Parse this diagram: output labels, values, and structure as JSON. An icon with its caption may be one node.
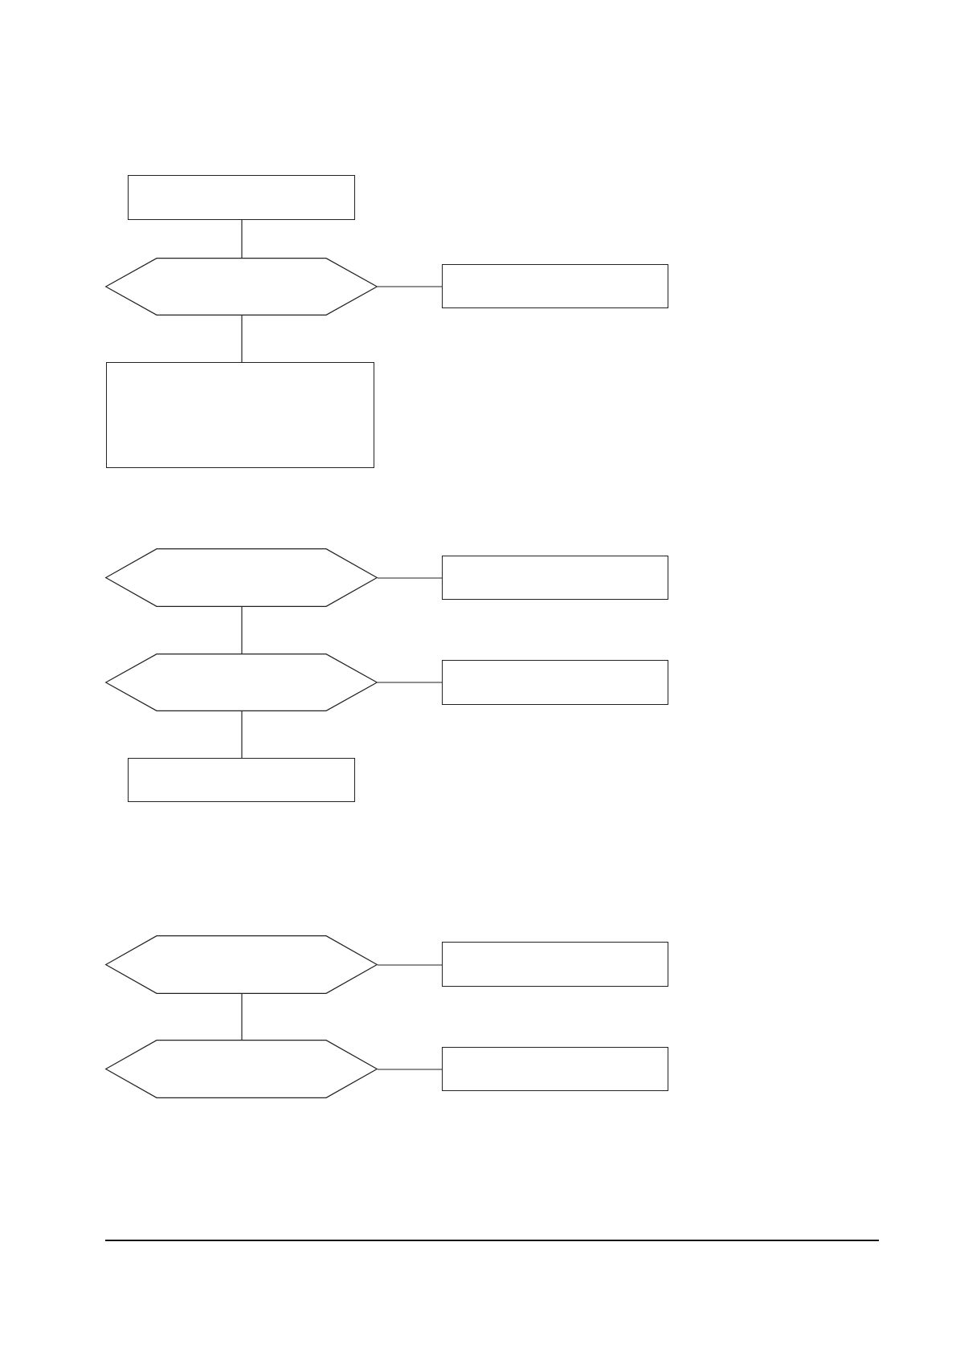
{
  "diagram": {
    "nodes": [
      {
        "text": [],
        "shape": "box"
      },
      {
        "text": [],
        "shape": "hexagon"
      },
      {
        "text": [],
        "shape": "box"
      },
      {
        "text": [],
        "shape": "box"
      },
      {
        "text": [],
        "shape": "hexagon"
      },
      {
        "text": [],
        "shape": "box"
      },
      {
        "text": [],
        "shape": "hexagon"
      },
      {
        "text": [],
        "shape": "box"
      },
      {
        "text": [],
        "shape": "box"
      },
      {
        "text": [],
        "shape": "hexagon"
      },
      {
        "text": [],
        "shape": "box"
      },
      {
        "text": [],
        "shape": "hexagon"
      },
      {
        "text": [],
        "shape": "box"
      }
    ],
    "edges": [
      {
        "from": 0,
        "to": 1,
        "arrow": "none"
      },
      {
        "from": 1,
        "to": 2,
        "arrow": "none"
      },
      {
        "from": 1,
        "to": 3,
        "arrow": "none"
      },
      {
        "from": 4,
        "to": 5,
        "arrow": "none"
      },
      {
        "from": 4,
        "to": 6,
        "arrow": "none"
      },
      {
        "from": 6,
        "to": 7,
        "arrow": "none"
      },
      {
        "from": 6,
        "to": 8,
        "arrow": "none"
      },
      {
        "from": 9,
        "to": 10,
        "arrow": "none"
      },
      {
        "from": 9,
        "to": 11,
        "arrow": "none"
      },
      {
        "from": 11,
        "to": 12,
        "arrow": "none"
      }
    ]
  }
}
